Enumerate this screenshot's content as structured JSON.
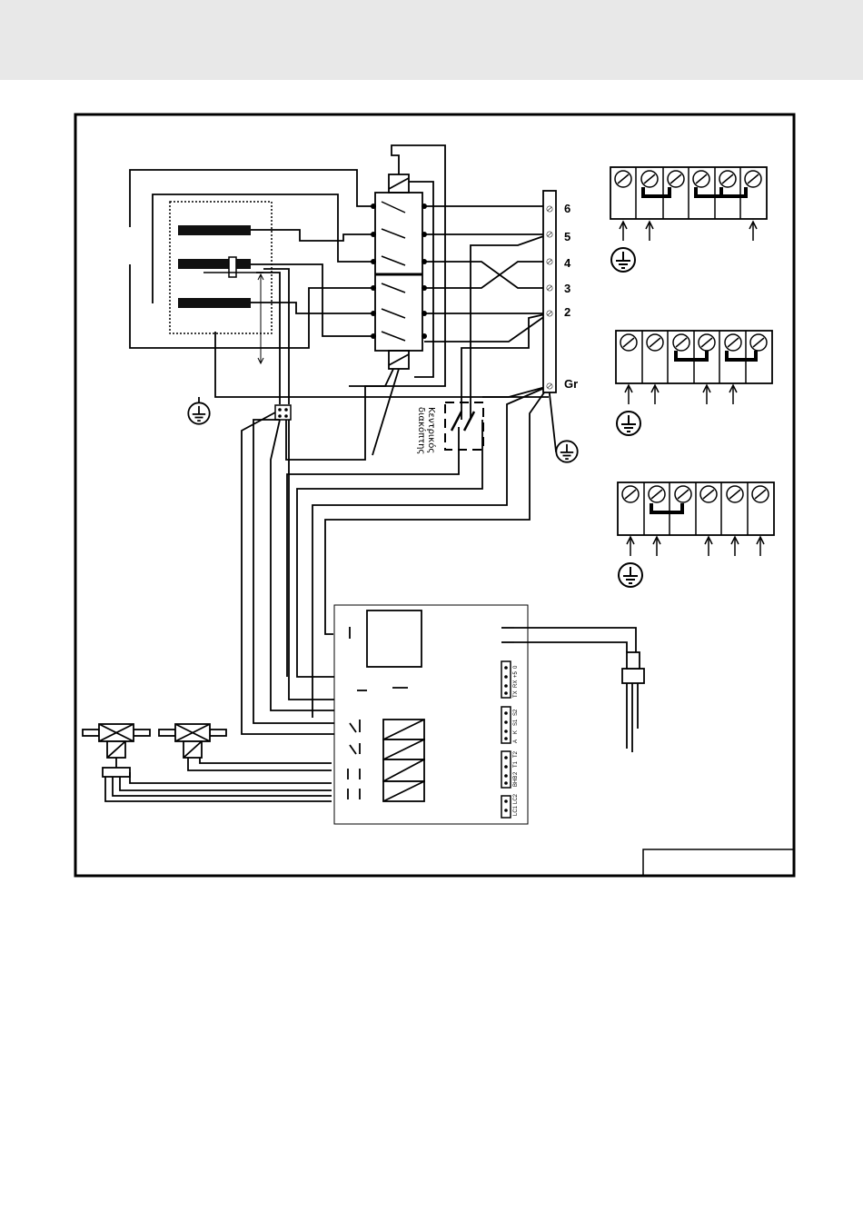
{
  "terminal_labels": [
    "6",
    "5",
    "4",
    "3",
    "2",
    "Gr"
  ],
  "main_switch_label": [
    "Κεντρικός",
    "διακόπτης"
  ],
  "connector_pins": [
    "LC1",
    "LC2",
    "BHB",
    "2",
    "T1",
    "T2",
    "A",
    "K",
    "S1",
    "S2",
    "TX",
    "RX",
    "+5",
    "0"
  ],
  "icons": [
    "ground-icon",
    "terminal-screw-icon",
    "solenoid-valve-icon",
    "sensor-probe-icon",
    "relay-coil-icon"
  ],
  "colors": {
    "ink": "#000000",
    "header_band": "#e8e8e8",
    "background": "#ffffff"
  }
}
